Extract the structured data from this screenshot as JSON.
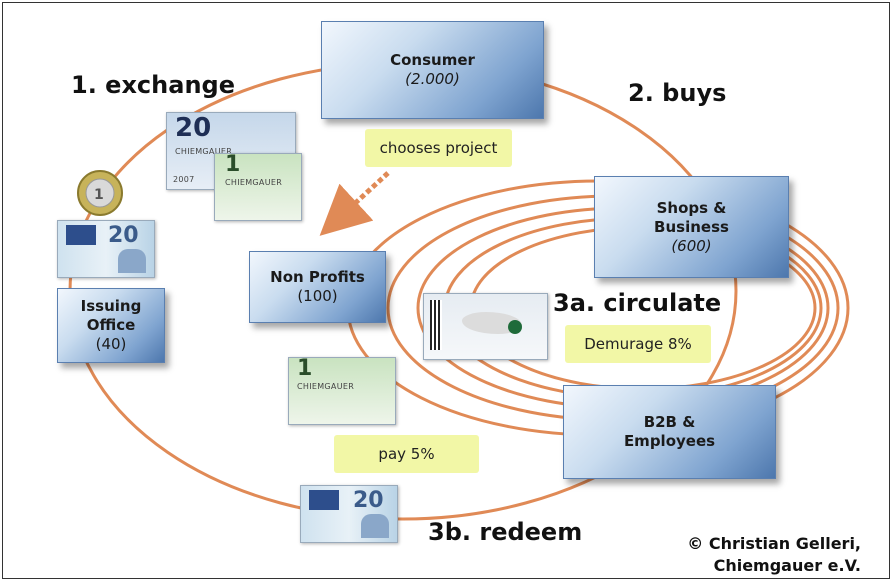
{
  "nodes": {
    "consumer": {
      "title": "Consumer",
      "count": "(2.000)"
    },
    "shops": {
      "title": "Shops &\nBusiness",
      "count": "(600)"
    },
    "nonprofits": {
      "title": "Non Profits",
      "count": "(100)"
    },
    "issuing": {
      "title": "Issuing\nOffice",
      "count": "(40)"
    },
    "b2b": {
      "title": "B2B &\nEmployees"
    }
  },
  "steps": {
    "exchange": "1. exchange",
    "buys": "2. buys",
    "circulate": "3a. circulate",
    "redeem": "3b. redeem"
  },
  "tags": {
    "chooses": "chooses project",
    "demurage": "Demurage 8%",
    "pay": "pay 5%"
  },
  "copyright": "© Christian Gelleri,\nChiemgauer e.V.",
  "notes": {
    "bill_20": "20",
    "bill_1": "1",
    "chiemgauer": "CHIEMGAUER",
    "year": "2007",
    "euro_20": "20"
  },
  "colors": {
    "cycle": "#e08a56",
    "box_dark": "#4d77ad",
    "tag_bg": "#f2f7a6"
  }
}
